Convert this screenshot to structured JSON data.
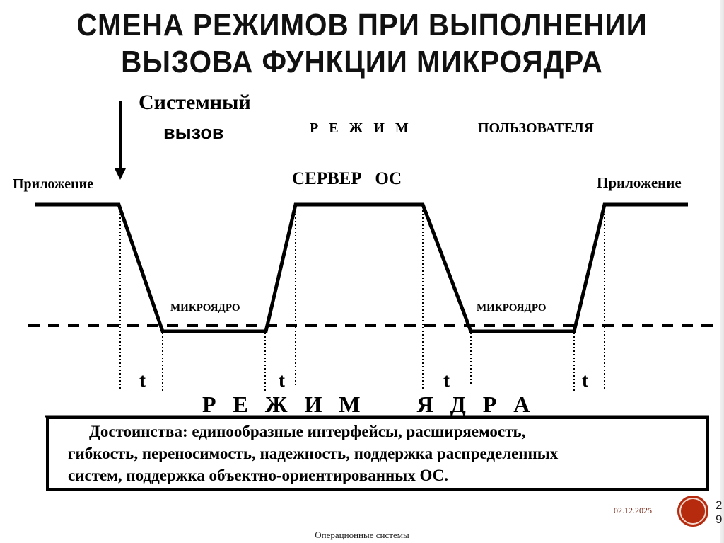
{
  "slide": {
    "title_line1": "СМЕНА РЕЖИМОВ ПРИ ВЫПОЛНЕНИИ",
    "title_line2": "ВЫЗОВА ФУНКЦИИ МИКРОЯДРА"
  },
  "diagram": {
    "system_call_label_line1": "Системный",
    "system_call_label_line2": "вызов",
    "user_mode_label_spaced": "Р   Е   Ж   И   М",
    "user_mode_label_word": "ПОЛЬЗОВАТЕЛЯ",
    "app_left": "Приложение",
    "server_os": "СЕРВЕР   ОС",
    "app_right": "Приложение",
    "microkernel_1": "МИКРОЯДРО",
    "microkernel_2": "МИКРОЯДРО",
    "t_labels": [
      "t",
      "t",
      "t",
      "t"
    ],
    "kernel_mode_label": "Р   Е   Ж   И   М          Я   Д   Р   А"
  },
  "advantages": {
    "line1": "Достоинства: единообразные интерфейсы, расширяемость,",
    "line2": "гибкость, переносимость, надежность, поддержка распределенных",
    "line3": "систем, поддержка объектно-ориентированных ОС."
  },
  "footer": {
    "date": "02.12.2025",
    "course": "Операционные системы",
    "page_number_line1": "2",
    "page_number_line2": "9"
  },
  "colors": {
    "badge": "#b62a0d",
    "date_text": "#7a2a1a"
  }
}
